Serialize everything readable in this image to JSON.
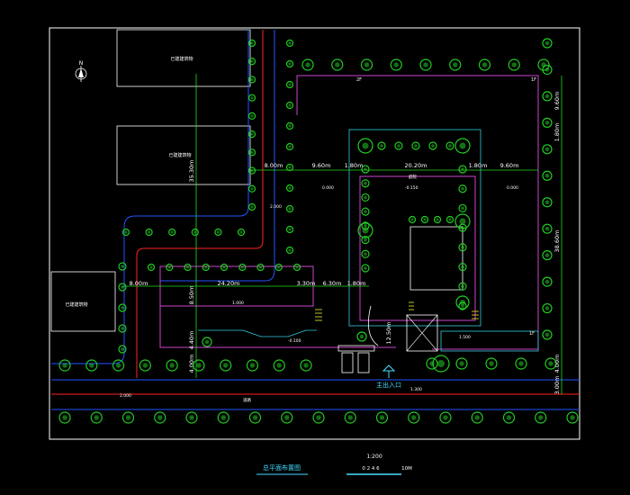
{
  "colors": {
    "background": "#000000",
    "frame": "#ffffff",
    "tree": "#22cc22",
    "dimension": "#22dd22",
    "site_boundary": "#cc44cc",
    "road_red": "#ff2222",
    "road_blue": "#2255ff",
    "building_cyan": "#33ccdd",
    "text_white": "#ffffff",
    "text_cyan": "#44ddff",
    "text_yellow": "#ffff33"
  },
  "drawing": {
    "north_label": "N",
    "existing_building_labels": [
      "已建建筑物",
      "已建建筑物",
      "已建建筑物"
    ],
    "dimensions": {
      "d_8_00_top": "8.00m",
      "d_9_60_left": "9.60m",
      "d_1_80_left": "1.80m",
      "d_20_20": "20.20m",
      "d_1_80_right": "1.80m",
      "d_9_60_right": "9.60m",
      "d_9_60_vertical": "9.60m",
      "d_1_80_vertical": "1.80m",
      "d_38_60": "38.60m",
      "d_35_30": "35.30m",
      "d_8_00_mid": "8.00m",
      "d_24_20": "24.20m",
      "d_3_30": "3.30m",
      "d_6_30": "6.30m",
      "d_1_80_mid": "1.80m",
      "d_8_50": "8.50m",
      "d_4_40": "4.40m",
      "d_4_00": "4.00m",
      "d_3_00": "3.00m",
      "d_4_00_right": "4.00m",
      "d_12_50": "12.50m"
    },
    "floor_marks": {
      "f_2f": "2F",
      "f_1f_top": "1F",
      "f_1f_bottom": "1F"
    },
    "elevations": {
      "e_2000": "2.000",
      "e_0000_left": "0.000",
      "e_neg150": "-0.150",
      "e_0000_right": "0.000",
      "e_1000": "1.000",
      "e_neg100": "-0.100",
      "e_1500": "1.500",
      "e_2000_road": "2.000",
      "e_1300": "1.300"
    },
    "small_labels": {
      "courtyard_top": "庭院",
      "road_name": "道路"
    },
    "entrance_label": "主出入口"
  },
  "title_block": {
    "title": "总平面布置图",
    "scale_ratio": "1:200",
    "scale_ticks": "0  2  4  6",
    "scale_end": "10M"
  }
}
